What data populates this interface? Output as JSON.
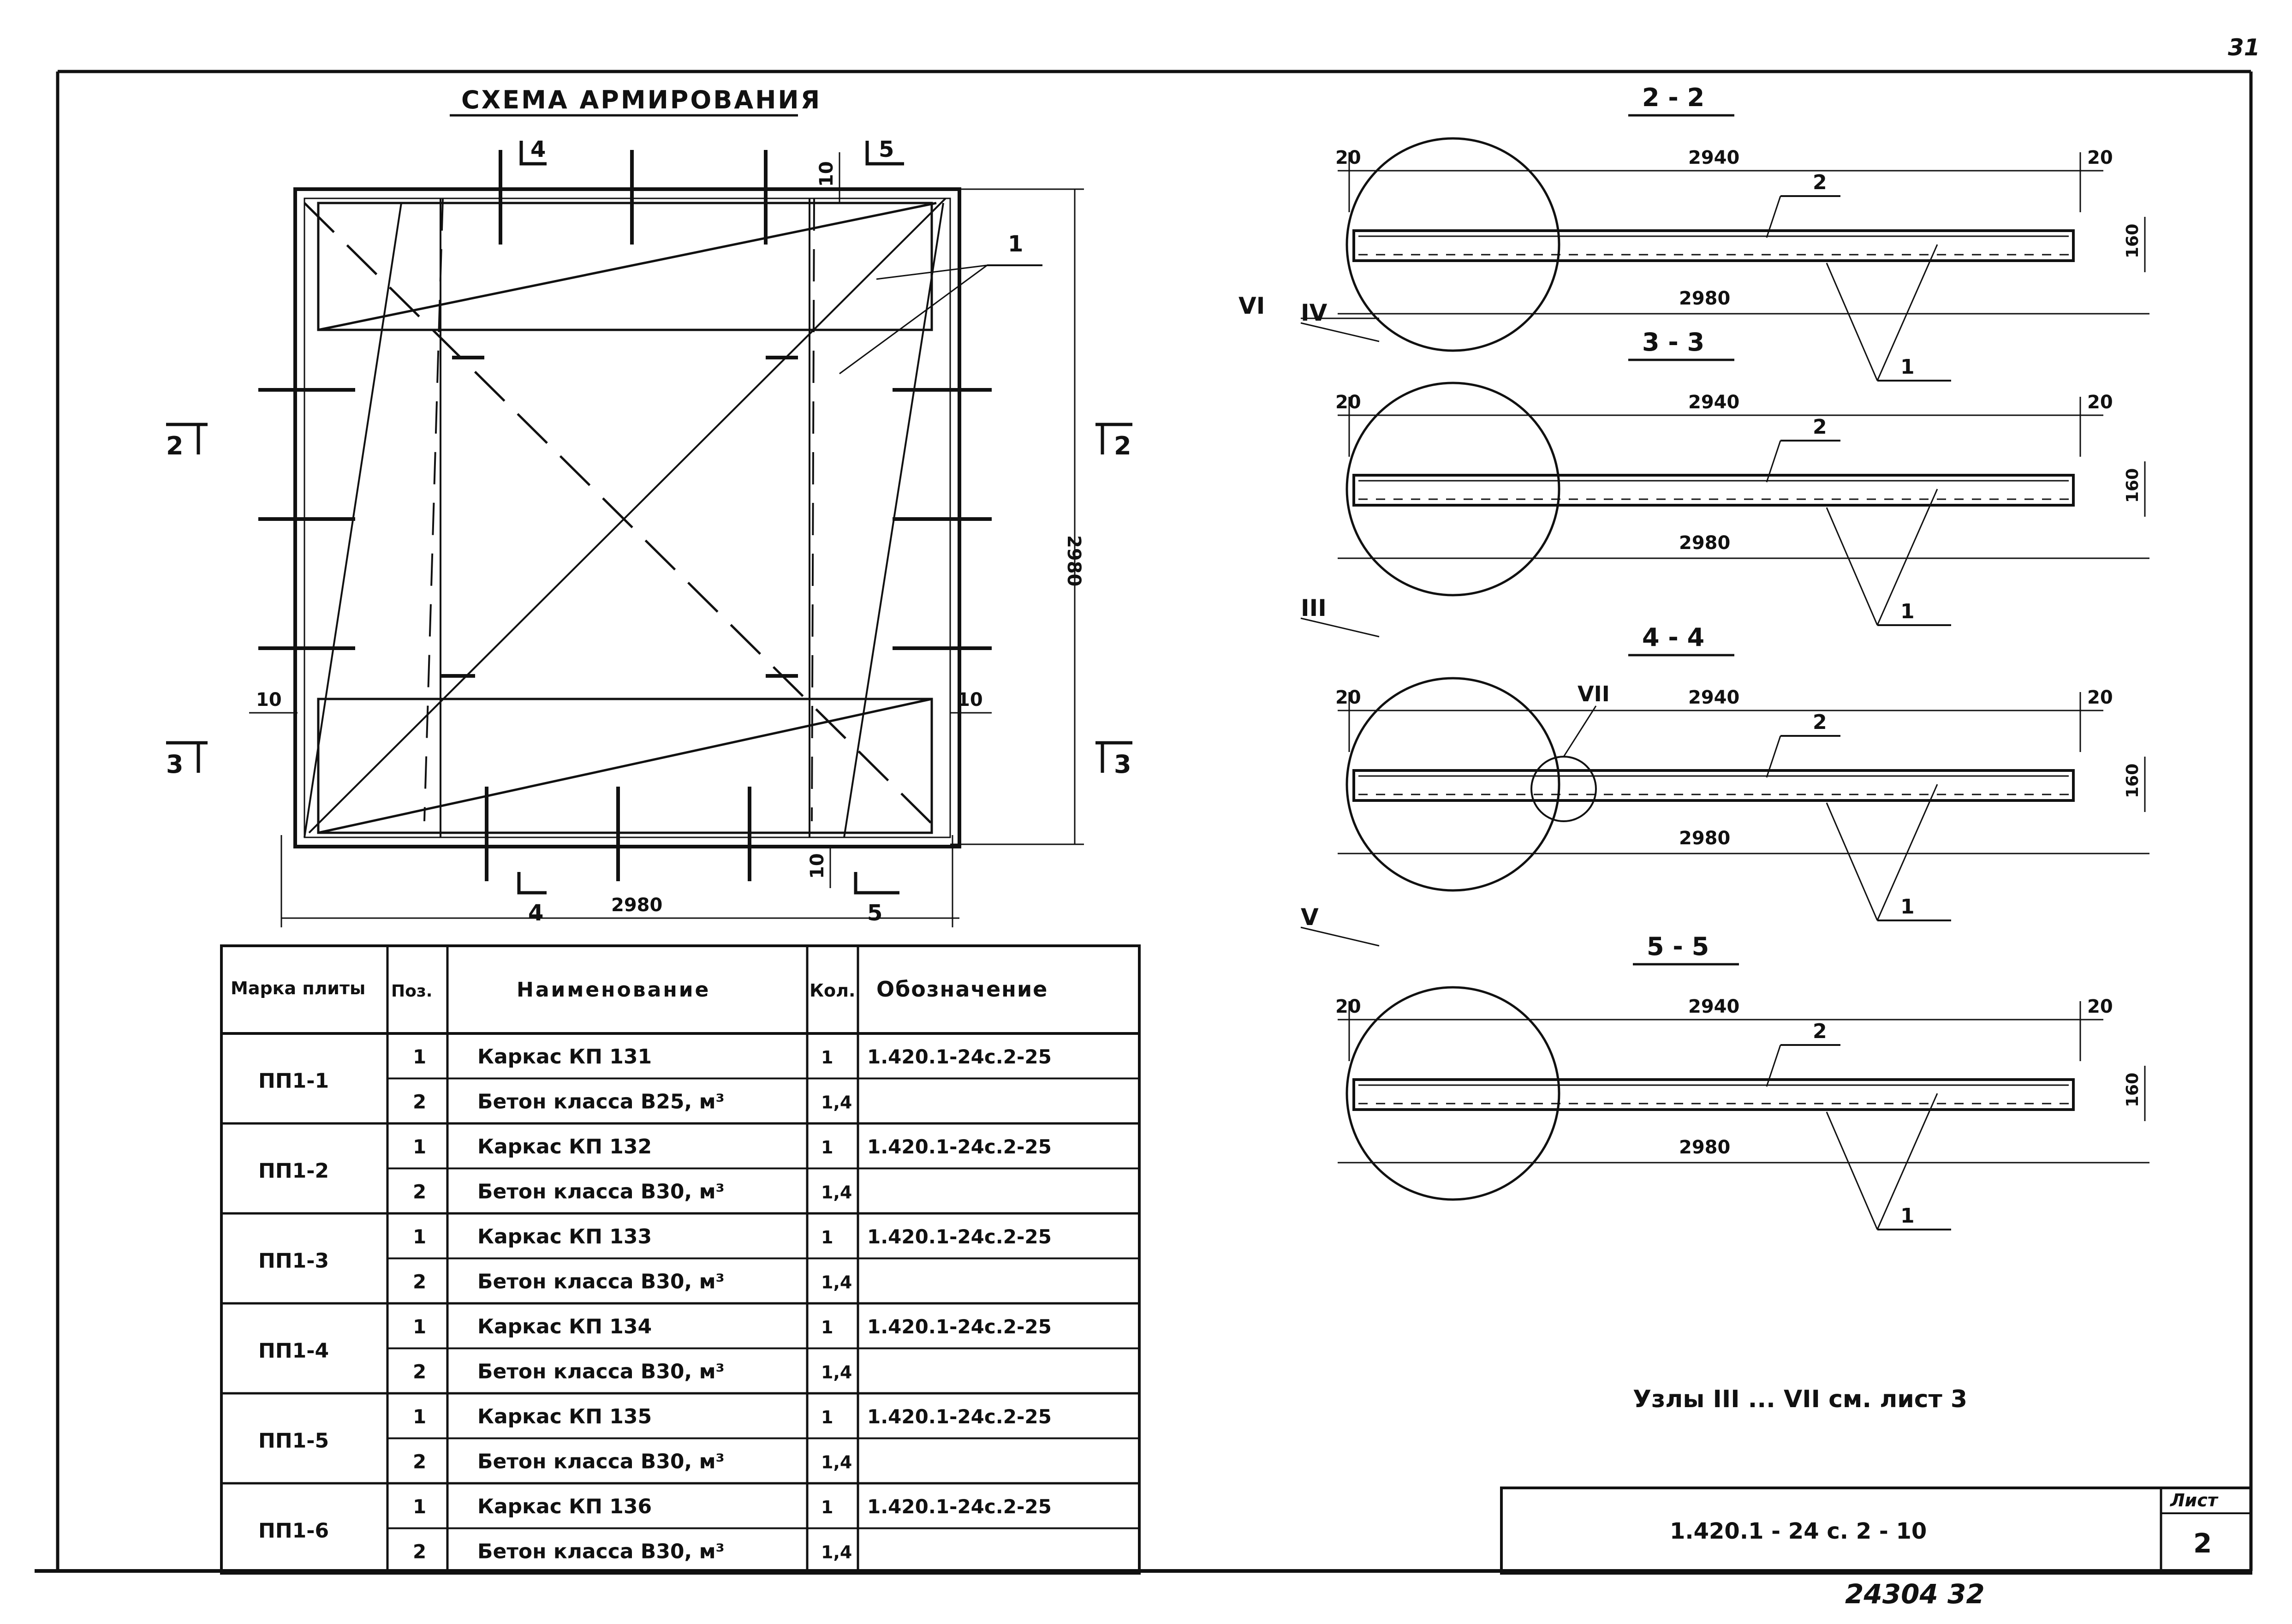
{
  "page_number": "31",
  "scheme": {
    "title": "СХЕМА АРМИРОВАНИЯ",
    "dim_width": "2980",
    "dim_height": "2980",
    "callout_1": "1",
    "gap_10": "10",
    "sections": {
      "s2": "2",
      "s3": "3",
      "s4": "4",
      "s5": "5"
    }
  },
  "section_views": [
    {
      "title": "2 - 2",
      "dim_top": "2940",
      "dim_bottom": "2980",
      "edge_left": "20",
      "edge_right": "20",
      "thickness": "160",
      "pos_1": "1",
      "pos_2": "2",
      "node": "VI"
    },
    {
      "title": "3 - 3",
      "dim_top": "2940",
      "dim_bottom": "2980",
      "edge_left": "20",
      "edge_right": "20",
      "thickness": "160",
      "pos_1": "1",
      "pos_2": "2",
      "node": "IV"
    },
    {
      "title": "4 - 4",
      "dim_top": "2940",
      "dim_bottom": "2980",
      "edge_left": "20",
      "edge_right": "20",
      "thickness": "160",
      "pos_1": "1",
      "pos_2": "2",
      "node": "III",
      "node_extra": "VII"
    },
    {
      "title": "5 - 5",
      "dim_top": "2940",
      "dim_bottom": "2980",
      "edge_left": "20",
      "edge_right": "20",
      "thickness": "160",
      "pos_1": "1",
      "pos_2": "2",
      "node": "V"
    }
  ],
  "note": "Узлы  III ... VII  см. лист 3",
  "spec_table": {
    "headers": {
      "mark": "Марка плиты",
      "pos": "Поз.",
      "name": "Наименование",
      "qty": "Кол.",
      "designation": "Обозначение"
    },
    "groups": [
      {
        "mark": "ПП1-1",
        "rows": [
          {
            "pos": "1",
            "name": "Каркас КП 131",
            "qty": "1",
            "designation": "1.420.1-24с.2-25"
          },
          {
            "pos": "2",
            "name": "Бетон класса В25, м³",
            "qty": "1,4",
            "designation": ""
          }
        ]
      },
      {
        "mark": "ПП1-2",
        "rows": [
          {
            "pos": "1",
            "name": "Каркас КП 132",
            "qty": "1",
            "designation": "1.420.1-24с.2-25"
          },
          {
            "pos": "2",
            "name": "Бетон класса В30, м³",
            "qty": "1,4",
            "designation": ""
          }
        ]
      },
      {
        "mark": "ПП1-3",
        "rows": [
          {
            "pos": "1",
            "name": "Каркас КП 133",
            "qty": "1",
            "designation": "1.420.1-24с.2-25"
          },
          {
            "pos": "2",
            "name": "Бетон класса В30, м³",
            "qty": "1,4",
            "designation": ""
          }
        ]
      },
      {
        "mark": "ПП1-4",
        "rows": [
          {
            "pos": "1",
            "name": "Каркас КП 134",
            "qty": "1",
            "designation": "1.420.1-24с.2-25"
          },
          {
            "pos": "2",
            "name": "Бетон класса В30, м³",
            "qty": "1,4",
            "designation": ""
          }
        ]
      },
      {
        "mark": "ПП1-5",
        "rows": [
          {
            "pos": "1",
            "name": "Каркас КП 135",
            "qty": "1",
            "designation": "1.420.1-24с.2-25"
          },
          {
            "pos": "2",
            "name": "Бетон класса В30, м³",
            "qty": "1,4",
            "designation": ""
          }
        ]
      },
      {
        "mark": "ПП1-6",
        "rows": [
          {
            "pos": "1",
            "name": "Каркас КП 136",
            "qty": "1",
            "designation": "1.420.1-24с.2-25"
          },
          {
            "pos": "2",
            "name": "Бетон класса В30, м³",
            "qty": "1,4",
            "designation": ""
          }
        ]
      }
    ]
  },
  "title_block": {
    "designation": "1.420.1 - 24 с. 2 - 10",
    "sheet_label": "Лист",
    "sheet_number": "2"
  },
  "inventory_number": "24304  32"
}
